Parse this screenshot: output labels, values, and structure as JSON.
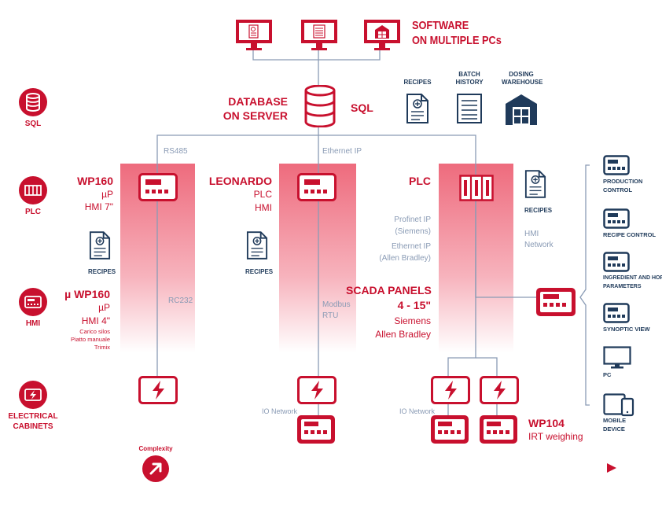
{
  "top": {
    "software_title_1": "SOFTWARE",
    "software_title_2": "ON MULTIPLE PCs",
    "database_1": "DATABASE",
    "database_2": "ON SERVER",
    "sql": "SQL",
    "side_recipes": "RECIPES",
    "batch_1": "BATCH",
    "batch_2": "HISTORY",
    "dosing_1": "DOSING",
    "dosing_2": "WAREHOUSE"
  },
  "levels": [
    {
      "label": "SQL",
      "icon": "database-icon"
    },
    {
      "label": "PLC",
      "icon": "plc-icon"
    },
    {
      "label": "HMI",
      "icon": "hmi-icon"
    },
    {
      "label_1": "ELECTRICAL",
      "label_2": "CABINETS",
      "icon": "lightning-icon"
    }
  ],
  "col1": {
    "bus": "RS485",
    "title": "WP160",
    "sub1": "µP",
    "sub2": "HMI 7\"",
    "recipes": "RECIPES",
    "title2": "µ WP160",
    "sub3": "µP",
    "sub4": "HMI 4\"",
    "note1": "Carico silos",
    "note2": "Piatto manuale",
    "note3": "Trimix",
    "bus2": "RC232"
  },
  "col2": {
    "bus": "Ethernet IP",
    "title": "LEONARDO",
    "sub1": "PLC",
    "sub2": "HMI",
    "recipes": "RECIPES",
    "bus2a": "Modbus",
    "bus2b": "RTU",
    "network": "IO Network"
  },
  "col3": {
    "title": "PLC",
    "profinet1": "Profinet IP",
    "profinet2": "(Siemens)",
    "ethernet1": "Ethernet IP",
    "ethernet2": "(Allen Bradley)",
    "scada1": "SCADA PANELS",
    "scada2": "4 - 15\"",
    "scada3": "Siemens",
    "scada4": "Allen Bradley",
    "recipes": "RECIPES",
    "hmi1": "HMI",
    "hmi2": "Network",
    "network": "IO Network",
    "wp104": "WP104",
    "irt": "IRT weighing"
  },
  "panel_features": [
    {
      "label_1": "PRODUCTION",
      "label_2": "CONTROL"
    },
    {
      "label_1": "RECIPE CONTROL",
      "label_2": ""
    },
    {
      "label_1": "INGREDIENT AND HOPPER",
      "label_2": "PARAMETERS"
    },
    {
      "label_1": "SYNOPTIC VIEW",
      "label_2": ""
    },
    {
      "label_1": "PC",
      "label_2": ""
    },
    {
      "label_1": "MOBILE",
      "label_2": "DEVICE"
    }
  ],
  "complexity": "Complexity",
  "colors": {
    "red": "#c8102e",
    "navy": "#1f3a5a",
    "grey": "#8a9bb5",
    "band": "#f29aa7"
  }
}
